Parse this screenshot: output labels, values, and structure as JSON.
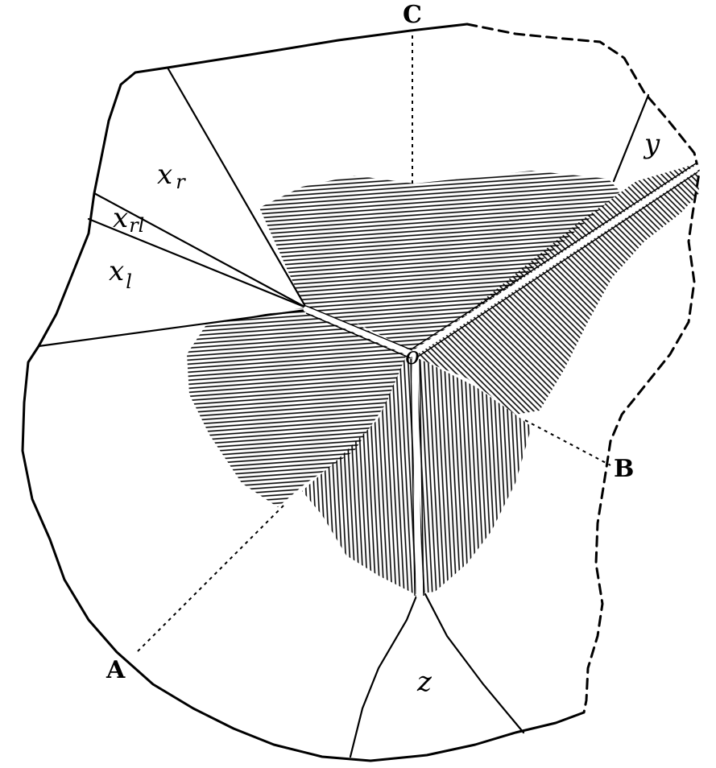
{
  "points": {
    "A": "A",
    "B": "B",
    "C": "C",
    "o": "o"
  },
  "regions": {
    "x_r": {
      "base": "x",
      "sub": "r"
    },
    "x_rl": {
      "base": "x",
      "sub": "rl"
    },
    "x_l": {
      "base": "x",
      "sub": "l"
    },
    "y": "y",
    "z": "z"
  },
  "style": {
    "ink": "#000000",
    "paper": "#ffffff"
  }
}
